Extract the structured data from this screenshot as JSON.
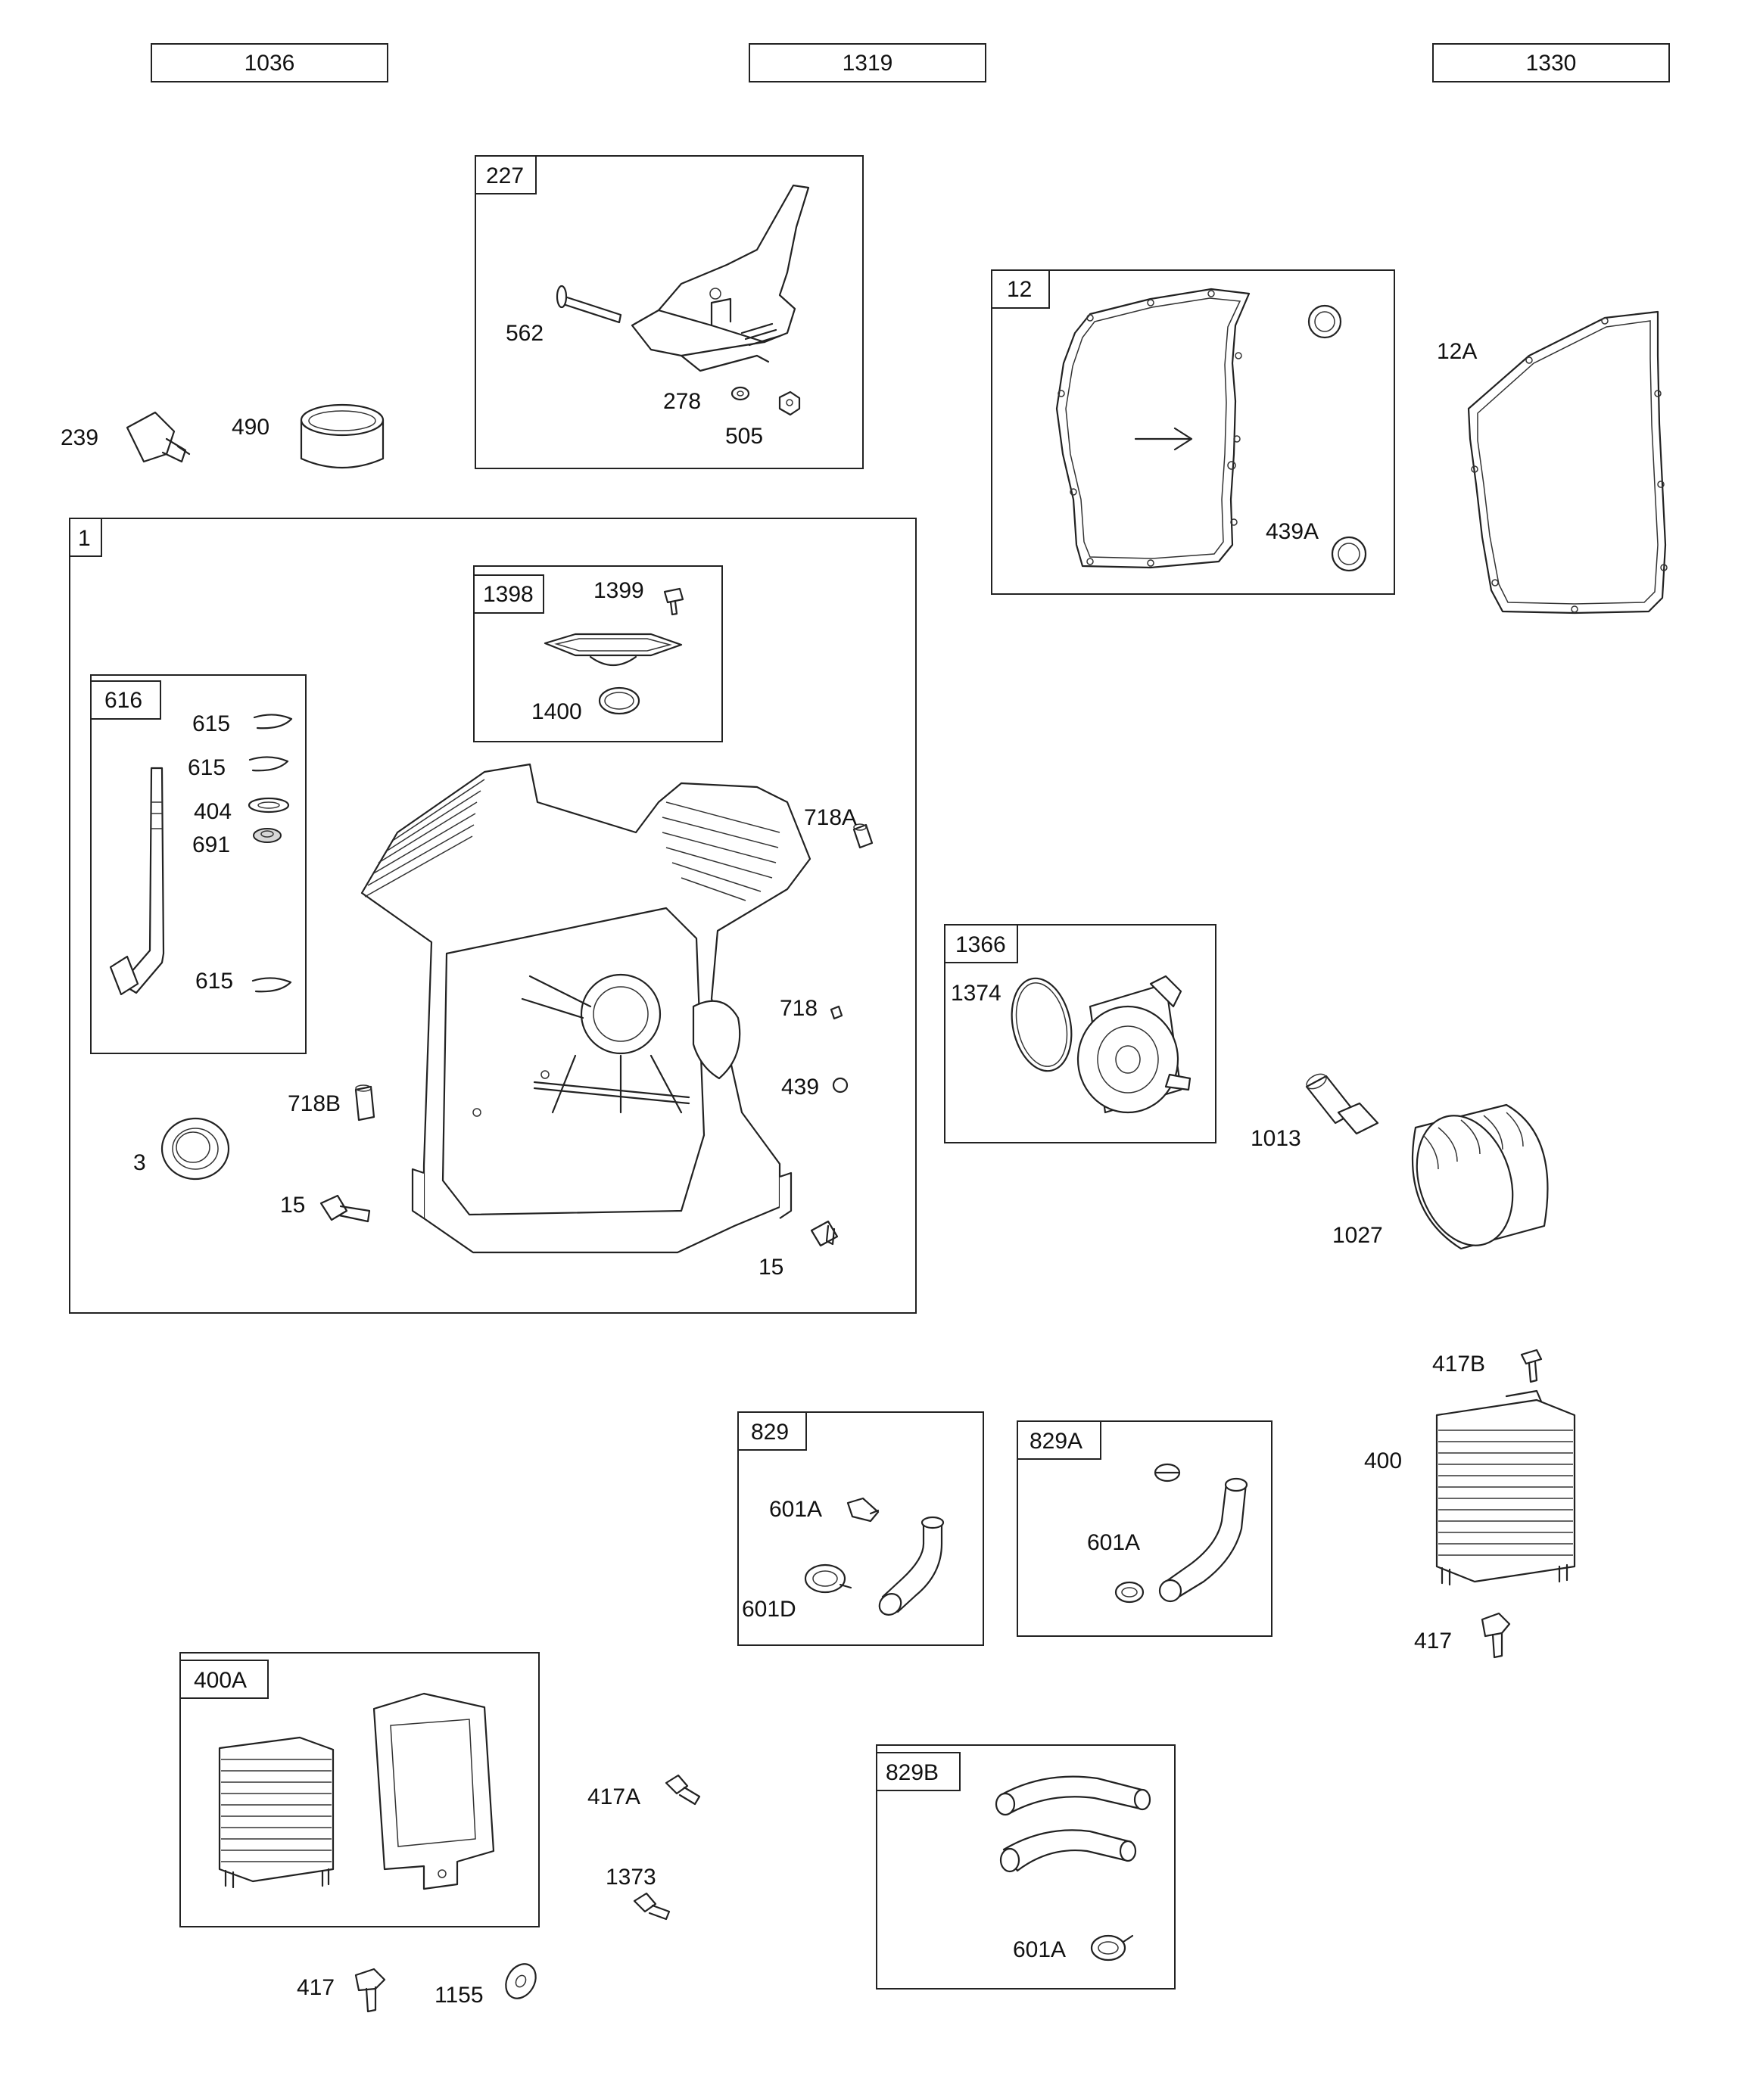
{
  "headers": {
    "a": "1036",
    "b": "1319",
    "c": "1330"
  },
  "kits": {
    "k227": "227",
    "k12": "12",
    "k1": "1",
    "k1398": "1398",
    "k616": "616",
    "k1366": "1366",
    "k829": "829",
    "k829A": "829A",
    "k400A": "400A",
    "k829B": "829B"
  },
  "parts": {
    "p562": "562",
    "p278": "278",
    "p505": "505",
    "p239": "239",
    "p490": "490",
    "p12A": "12A",
    "p439A": "439A",
    "p1399": "1399",
    "p1400": "1400",
    "p615a": "615",
    "p615b": "615",
    "p404": "404",
    "p691": "691",
    "p615c": "615",
    "p718A": "718A",
    "p718": "718",
    "p439": "439",
    "p718B": "718B",
    "p3": "3",
    "p15a": "15",
    "p15b": "15",
    "p1374": "1374",
    "p1013": "1013",
    "p1027": "1027",
    "p417B": "417B",
    "p400": "400",
    "p417a": "417",
    "p601A_829": "601A",
    "p601D": "601D",
    "p601A_829A": "601A",
    "p417A": "417A",
    "p1373": "1373",
    "p417b": "417",
    "p1155": "1155",
    "p601A_829B": "601A"
  }
}
